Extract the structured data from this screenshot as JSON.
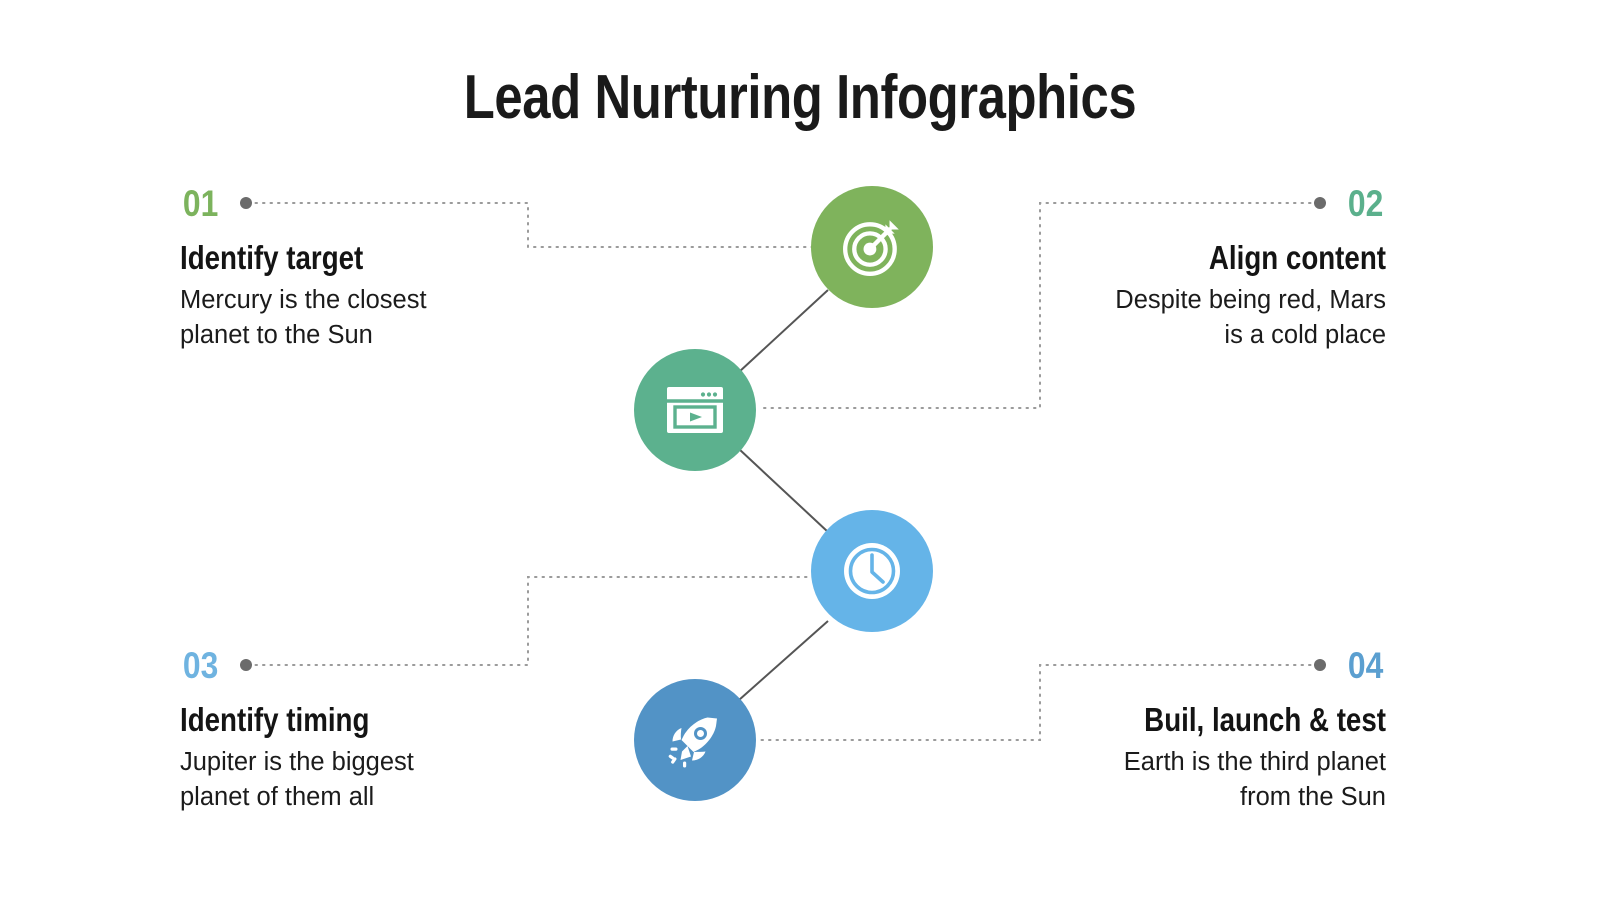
{
  "page": {
    "title": "Lead Nurturing Infographics",
    "background_color": "#ffffff",
    "connector_line_color": "#555555",
    "dotted_line_color": "#9a9a9a",
    "dot_marker_color": "#6b6b6b"
  },
  "items": [
    {
      "number": "01",
      "number_color": "#7cb35d",
      "heading": "Identify target",
      "desc_line1": "Mercury is the closest",
      "desc_line2": "planet to the Sun",
      "align": "left",
      "icon": "target-icon",
      "circle_color": "#7fb35c"
    },
    {
      "number": "02",
      "number_color": "#5bb08c",
      "heading": "Align content",
      "desc_line1": "Despite being red, Mars",
      "desc_line2": "is a cold place",
      "align": "right",
      "icon": "video-window-icon",
      "circle_color": "#5cb18e"
    },
    {
      "number": "03",
      "number_color": "#6fb3e0",
      "heading": "Identify timing",
      "desc_line1": "Jupiter is the biggest",
      "desc_line2": "planet of them all",
      "align": "left",
      "icon": "clock-icon",
      "circle_color": "#65b4e8"
    },
    {
      "number": "04",
      "number_color": "#5b9fd0",
      "heading": "Buil, launch & test",
      "desc_line1": "Earth is the third planet",
      "desc_line2": "from the Sun",
      "align": "right",
      "icon": "rocket-icon",
      "circle_color": "#5293c6"
    }
  ]
}
